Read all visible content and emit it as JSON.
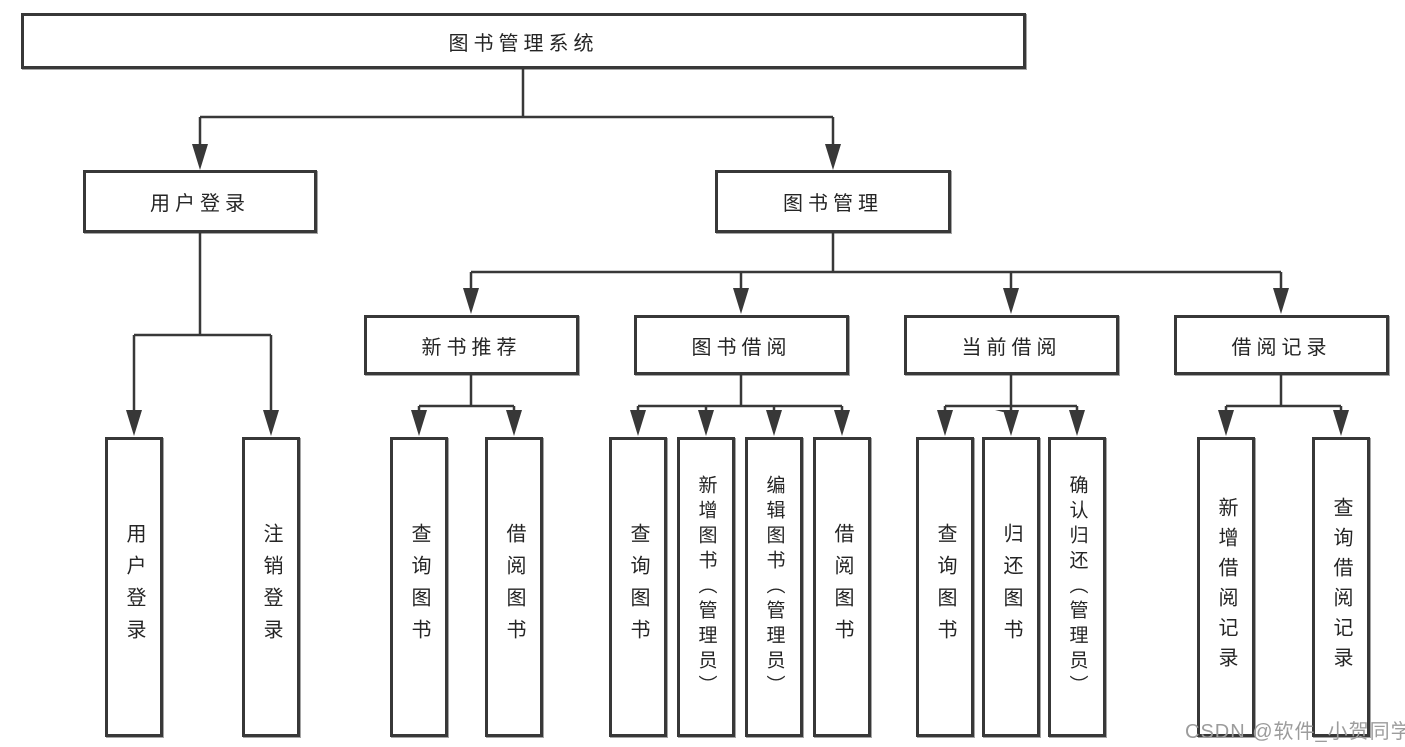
{
  "diagram": {
    "root": {
      "label": "图书管理系统"
    },
    "branches": [
      {
        "label": "用户登录",
        "children": [
          "用户登录",
          "注销登录"
        ]
      },
      {
        "label": "图书管理",
        "groups": [
          {
            "label": "新书推荐",
            "children": [
              "查询图书",
              "借阅图书"
            ]
          },
          {
            "label": "图书借阅",
            "children": [
              "查询图书",
              "新增图书（管理员）",
              "编辑图书（管理员）",
              "借阅图书"
            ]
          },
          {
            "label": "当前借阅",
            "children": [
              "查询图书",
              "归还图书",
              "确认归还（管理员）"
            ]
          },
          {
            "label": "借阅记录",
            "children": [
              "新增借阅记录",
              "查询借阅记录"
            ]
          }
        ]
      }
    ]
  },
  "watermark": {
    "text": "CSDN @软件_小贺同学"
  },
  "colors": {
    "line": "#383838",
    "box_border": "#383838",
    "text": "#252525",
    "watermark": "#9c9c9c",
    "background": "#ffffff"
  }
}
